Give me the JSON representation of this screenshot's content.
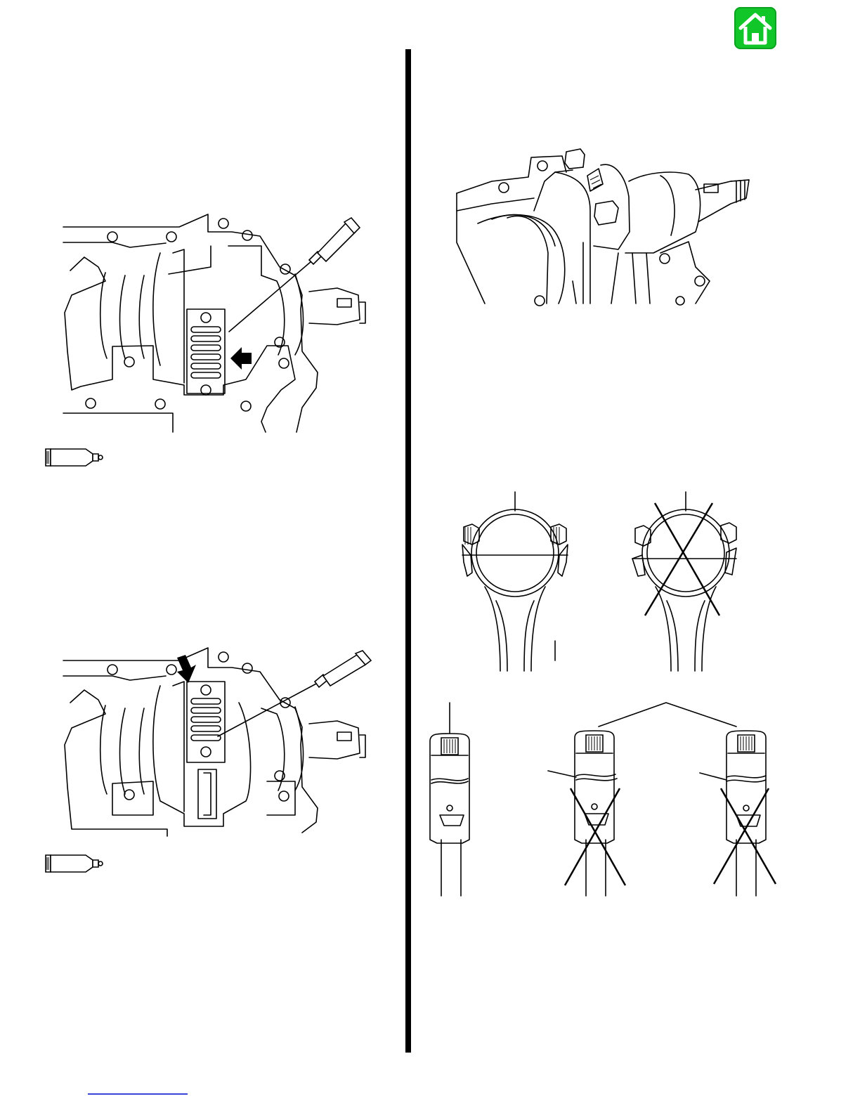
{
  "page": {
    "width": 1224,
    "height": 1584
  },
  "header": {
    "home_button_icon": "home-icon",
    "home_button_color": "#11c629"
  },
  "divider": {
    "color": "#000000"
  },
  "figures": [
    {
      "id": "crankcase-bearing-sealant",
      "arrow_icon": "arrow-left-icon",
      "applicator_icon": "sealant-tube-icon"
    },
    {
      "id": "crankcase-bearing-sealant-2",
      "arrow_icon": "arrow-down-icon",
      "applicator_icon": "sealant-tube-icon"
    },
    {
      "id": "connecting-rod-cap-bolts",
      "icon": "connecting-rod-cap-icon"
    },
    {
      "id": "rod-cap-alignment-round",
      "correct_icon": "checkless-rod-icon",
      "incorrect_icon": "cross-mark-icon"
    },
    {
      "id": "rod-cap-alignment-side",
      "incorrect_icon": "cross-mark-icon"
    }
  ],
  "sealant_icons": [
    "sealant-tube-icon",
    "sealant-tube-icon"
  ],
  "footer": {
    "link_color": "#3a45d8"
  }
}
